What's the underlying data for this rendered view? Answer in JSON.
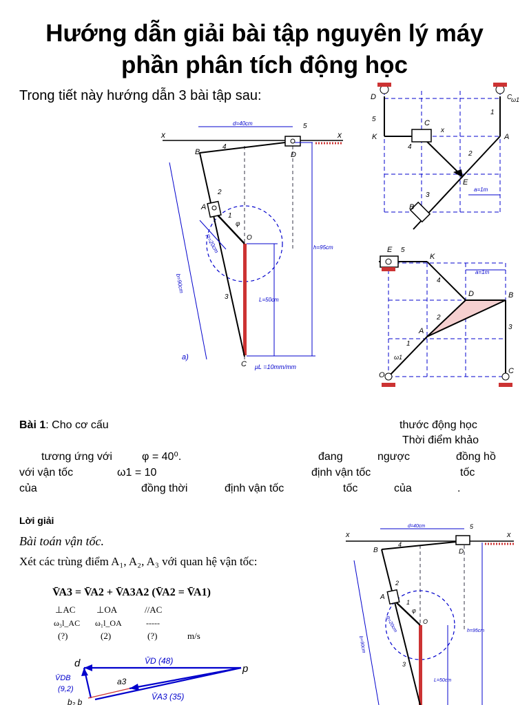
{
  "title": {
    "line1": "Hướng dẫn giải bài tập nguyên lý máy",
    "line2": "phần phân tích động học"
  },
  "intro": "Trong tiết này hướng dẫn 3 bài tập sau:",
  "fig_a": {
    "x": "x",
    "B": "B",
    "D": "D",
    "d": "d=40cm",
    "n4": "4",
    "n5": "5",
    "n2": "2",
    "A": "A",
    "n1": "1",
    "phi": "φ",
    "O": "O",
    "R": "R=20cm",
    "b": "b=90cm",
    "h": "h=95cm",
    "n3": "3",
    "L": "L=50cm",
    "C": "C",
    "label": "a)",
    "mu": "μL =10mm/mm"
  },
  "fig_b": {
    "D": "D",
    "n5": "5",
    "K": "K",
    "C": "C",
    "x": "x",
    "A": "A",
    "n4": "4",
    "n1": "1",
    "n2": "2",
    "E": "E",
    "a": "a=1m",
    "B": "B",
    "n3": "3",
    "w": "ω1",
    "C2": "C"
  },
  "fig_c": {
    "E": "E",
    "n5": "5",
    "K": "K",
    "a": "a=1m",
    "D": "D",
    "B": "B",
    "n4": "4",
    "n2": "2",
    "A": "A",
    "n3": "3",
    "n1": "1",
    "w": "ω1",
    "O": "O",
    "C": "C"
  },
  "bai1": {
    "label": "Bài 1",
    "l1a": ": Cho cơ cấu",
    "l1b": "thước động học",
    "l2": "Thời  điểm  khảo",
    "l3a": "tương ứng với",
    "l3b": "φ  =  40⁰.",
    "l3c": "đang",
    "l3d": "ngược",
    "l3e": "đồng hồ",
    "l4a": "với vận tốc",
    "l4b": "ω1  =  10",
    "l4c": "định vận tốc",
    "l4d": "tốc",
    "l5a": "của",
    "l5b": "đồng thời",
    "l5c": "định vận tốc",
    "l5d": "tốc",
    "l5e": "của",
    "l5f": "."
  },
  "loigiai": {
    "label": "Lời giải",
    "bai_toan": "Bài toán vận tốc.",
    "xet": "Xét các trùng điểm A₁, A₂, A₃ với quan hệ vận tốc:",
    "eq": "V̄A3  =  V̄A2  +  V̄A3A2 (V̄A2 = V̄A1)",
    "row1": [
      "⊥AC",
      "⊥OA",
      "//AC"
    ],
    "row2": [
      "ω₃l_AC",
      "ω₁l_OA",
      "-----"
    ],
    "row3": [
      "(?)",
      "(2)",
      "(?)",
      "m/s"
    ]
  },
  "vel_diagram": {
    "d": "d",
    "p": "p",
    "VD": "V̄D (48)",
    "VDB": "V̄DB",
    "VDB_val": "(9,2)",
    "a3": "a3",
    "VA3": "V̄A3 (35)",
    "b": "b₂ b"
  },
  "fig_a2": {
    "x": "x",
    "B": "B",
    "D": "D",
    "d": "d=40cm",
    "n4": "4",
    "n5": "5",
    "n2": "2",
    "A": "A",
    "n1": "1",
    "phi": "φ",
    "O": "O",
    "R": "R=20cm",
    "b": "b=90cm",
    "h": "h=95cm",
    "n3": "3",
    "L": "L=50cm"
  }
}
